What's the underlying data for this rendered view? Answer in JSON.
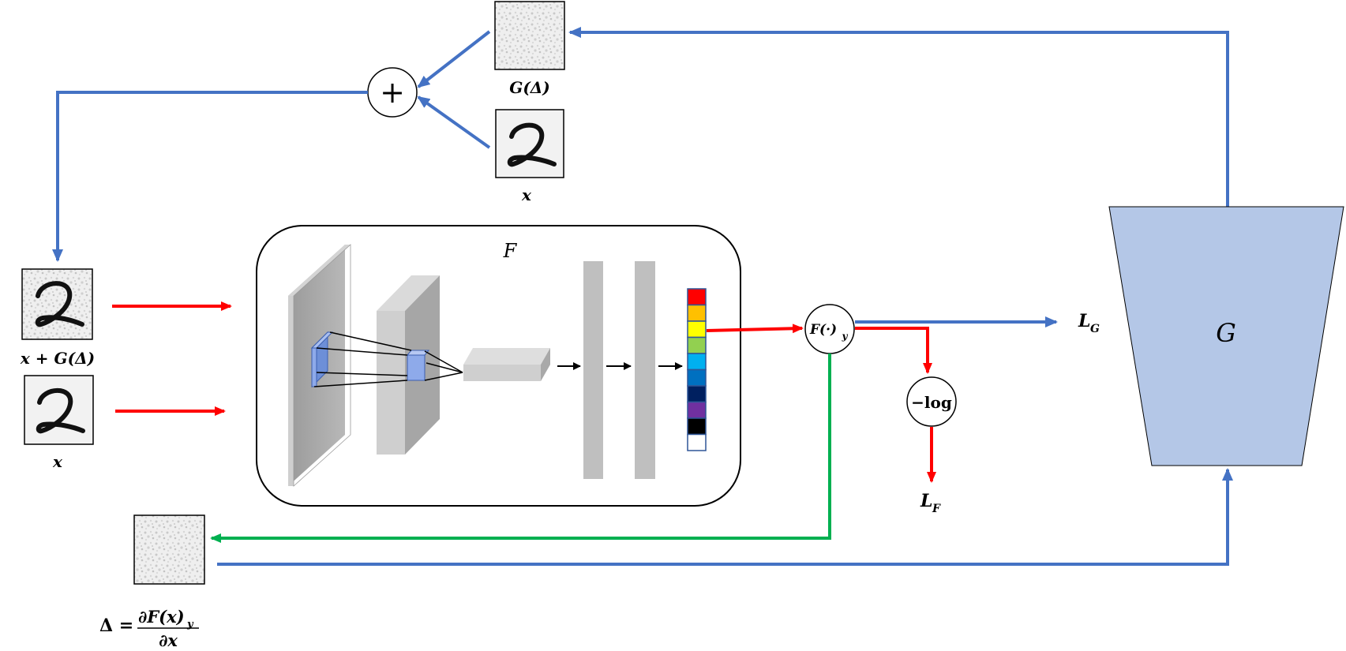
{
  "labels": {
    "g_delta": "G(Δ)",
    "x_top": "x",
    "x_plus_g": "x + G(Δ)",
    "x_left": "x",
    "f_box": "F",
    "f_node": "F(·)",
    "f_node_sub": "y",
    "neg_log": "−log",
    "l_g": "L",
    "l_g_sub": "G",
    "l_f": "L",
    "l_f_sub": "F",
    "g_block": "G",
    "delta_lhs": "Δ =",
    "delta_num": "∂F(x)",
    "delta_num_sub": "y",
    "delta_den": "∂x",
    "plus": "+"
  },
  "colors": {
    "blue_arrow": "#4472C4",
    "red_arrow": "#FF0000",
    "green_arrow": "#00B050",
    "generator_fill": "#B4C7E7",
    "layer_gray": "#BFBFBF",
    "output_cells": [
      "#FF0000",
      "#FFC000",
      "#FFFF00",
      "#92D050",
      "#00B0F0",
      "#0070C0",
      "#002060",
      "#7030A0",
      "#000000",
      "#FFFFFF"
    ]
  }
}
